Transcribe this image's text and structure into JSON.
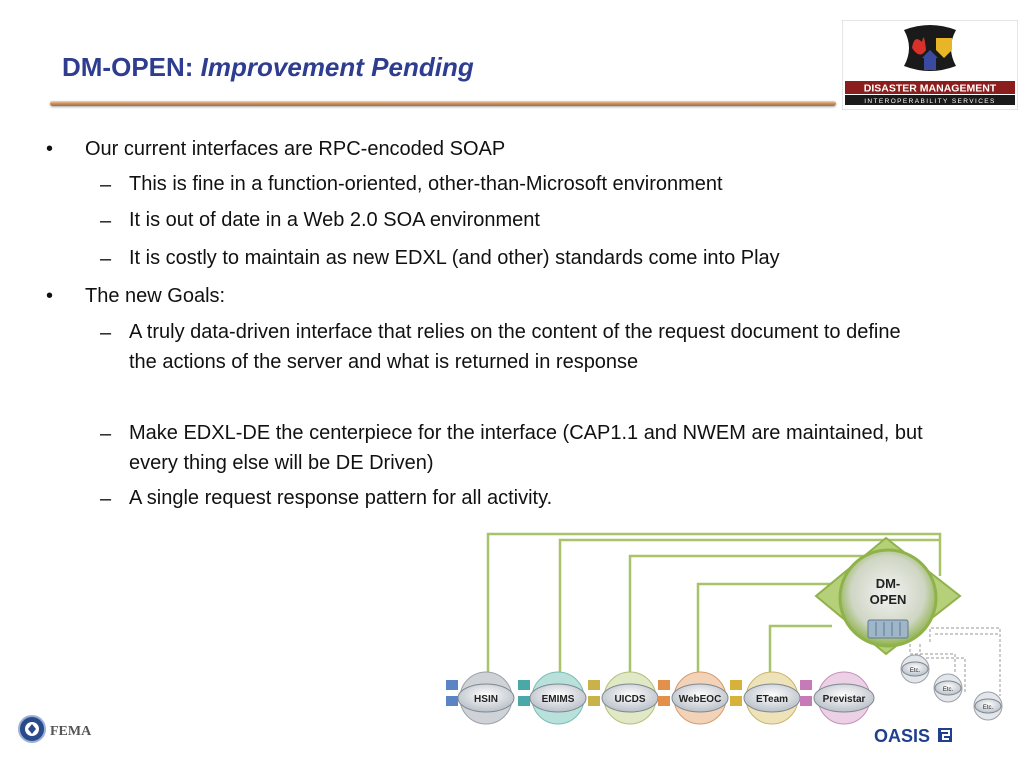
{
  "slide": {
    "title_plain": "DM-OPEN: ",
    "title_italic": "Improvement Pending",
    "bullets": [
      {
        "text": "Our current interfaces are RPC-encoded SOAP",
        "subs": [
          "This is fine in a function-oriented, other-than-Microsoft environment",
          "It is out of date in a Web 2.0 SOA environment",
          "It is costly to maintain as new EDXL (and other) standards come into Play"
        ]
      },
      {
        "text": "The new Goals:",
        "subs": [
          "A truly data-driven interface that relies on the content of the request document to define the actions of the server and what is returned in response",
          "Make EDXL-DE the centerpiece for the interface (CAP1.1 and NWEM are maintained, but every thing else will be DE Driven)",
          "A single request response pattern for all activity."
        ]
      }
    ],
    "bullet_symbol": "•",
    "dash_symbol": "–"
  },
  "logo": {
    "line1": "DISASTER MANAGEMENT",
    "line2": "INTEROPERABILITY SERVICES"
  },
  "diagram": {
    "hub_label": "DM-OPEN",
    "systems": [
      "HSIN",
      "EMIMS",
      "UICDS",
      "WebEOC",
      "ETeam",
      "Previstar"
    ],
    "etc_labels": [
      "Etc.",
      "Etc.",
      "Etc."
    ]
  },
  "footer": {
    "fema_label": "FEMA",
    "oasis_label": "OASIS"
  },
  "colors": {
    "title": "#2e3d8f",
    "connector_green": "#a8c36a",
    "hub_green": "#8fb24a"
  }
}
